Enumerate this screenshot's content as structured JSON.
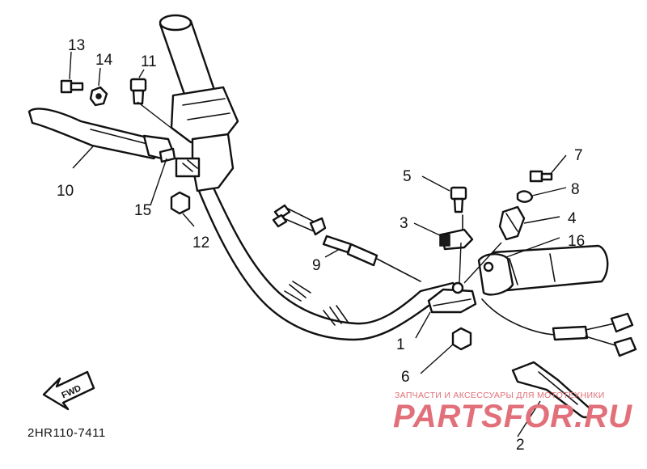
{
  "callouts": [
    {
      "id": "1",
      "label": "1"
    },
    {
      "id": "2",
      "label": "2"
    },
    {
      "id": "3",
      "label": "3"
    },
    {
      "id": "4",
      "label": "4"
    },
    {
      "id": "5",
      "label": "5"
    },
    {
      "id": "6",
      "label": "6"
    },
    {
      "id": "7",
      "label": "7"
    },
    {
      "id": "8",
      "label": "8"
    },
    {
      "id": "9",
      "label": "9"
    },
    {
      "id": "10",
      "label": "10"
    },
    {
      "id": "11",
      "label": "11"
    },
    {
      "id": "12",
      "label": "12"
    },
    {
      "id": "13",
      "label": "13"
    },
    {
      "id": "14",
      "label": "14"
    },
    {
      "id": "15",
      "label": "15"
    },
    {
      "id": "16",
      "label": "16"
    }
  ],
  "fwd_label": "FWD",
  "diagram_code": "2HR110-7411",
  "watermark": {
    "tagline": "ЗАПЧАСТИ И АКСЕССУАРЫ ДЛЯ МОТОТЕХНИКИ",
    "brand": "PARTSFOR.RU",
    "color": "#e2707a"
  }
}
